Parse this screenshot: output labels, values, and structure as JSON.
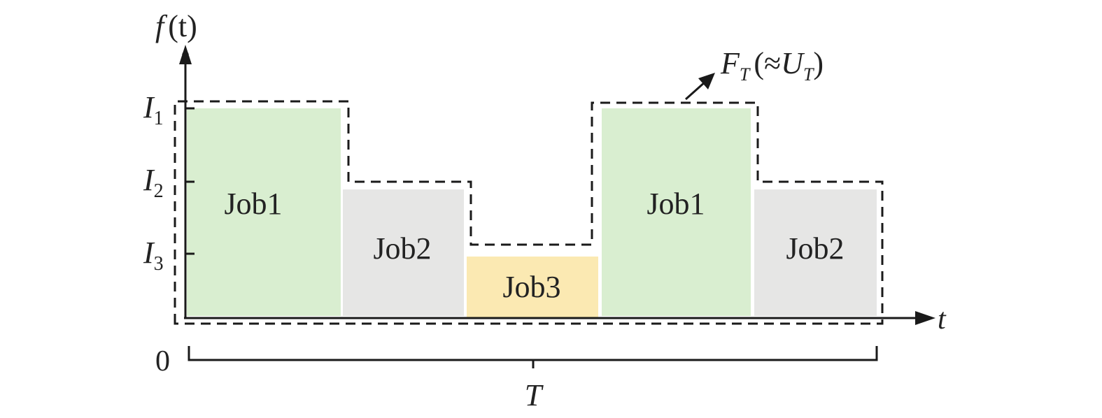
{
  "axes": {
    "y_label_f": "f",
    "y_label_args": "(t)",
    "x_label": "t",
    "origin": "0",
    "period": "T"
  },
  "levels": [
    {
      "symbol": "I",
      "sub": "1"
    },
    {
      "symbol": "I",
      "sub": "2"
    },
    {
      "symbol": "I",
      "sub": "3"
    }
  ],
  "jobs": [
    {
      "label": "Job1",
      "level": 1,
      "color": "#d9eed0"
    },
    {
      "label": "Job2",
      "level": 2,
      "color": "#e6e6e5"
    },
    {
      "label": "Job3",
      "level": 3,
      "color": "#fbe9b2"
    },
    {
      "label": "Job1",
      "level": 1,
      "color": "#d9eed0"
    },
    {
      "label": "Job2",
      "level": 2,
      "color": "#e6e6e5"
    }
  ],
  "envelope": {
    "F": "F",
    "F_sub": "T",
    "approx": "(≈",
    "U": "U",
    "U_sub": "T",
    "close": ")"
  }
}
